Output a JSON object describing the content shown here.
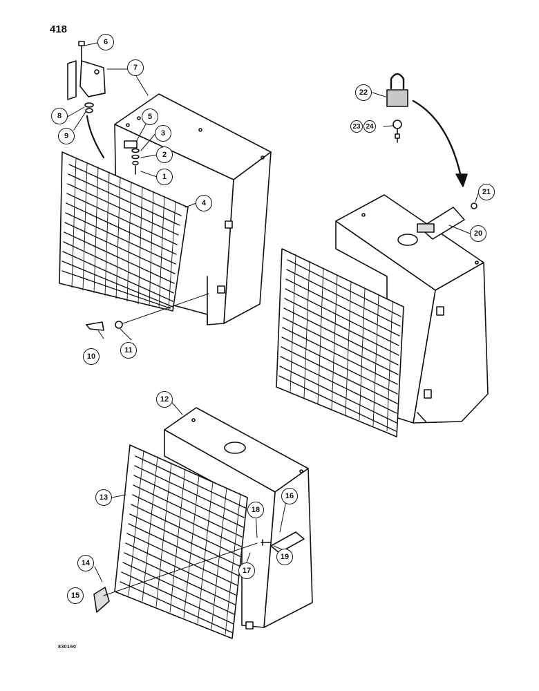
{
  "page_number": "418",
  "figure_code": "830160",
  "callouts": [
    "1",
    "2",
    "3",
    "4",
    "5",
    "6",
    "7",
    "8",
    "9",
    "10",
    "11",
    "12",
    "13",
    "14",
    "15",
    "16",
    "17",
    "18",
    "19",
    "20",
    "21",
    "22",
    "23",
    "24"
  ],
  "colors": {
    "line": "#111111",
    "paper": "#ffffff",
    "shade": "#d9d9d9"
  }
}
